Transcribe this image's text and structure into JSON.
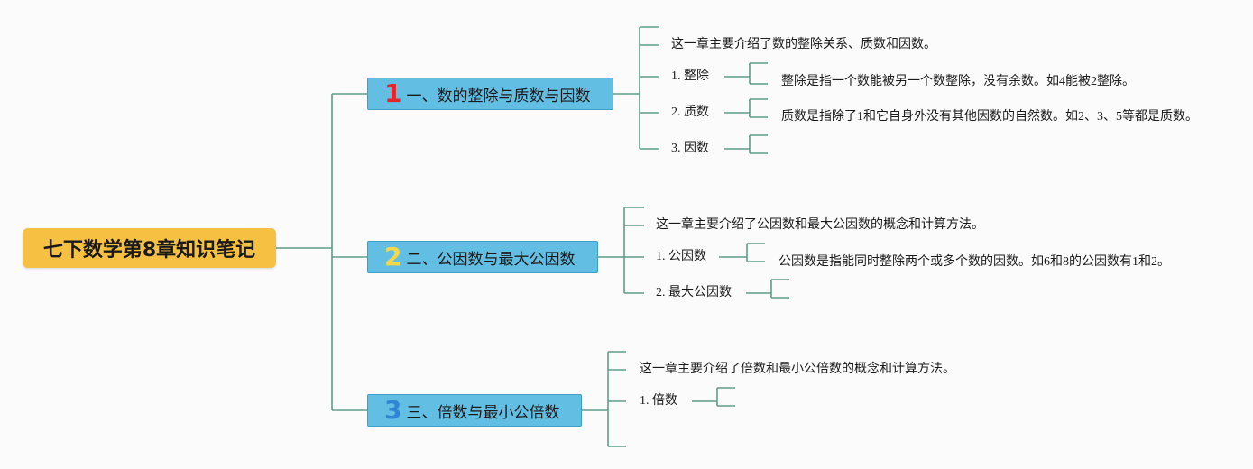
{
  "root": {
    "title": "七下数学第8章知识笔记"
  },
  "branches": [
    {
      "number": "1",
      "number_color": "#e3262e",
      "label": "一、数的整除与质数与因数",
      "intro": "这一章主要介绍了数的整除关系、质数和因数。",
      "items": [
        {
          "label": "1. 整除",
          "desc": "整除是指一个数能被另一个数整除，没有余数。如4能被2整除。"
        },
        {
          "label": "2. 质数",
          "desc": "质数是指除了1和它自身外没有其他因数的自然数。如2、3、5等都是质数。"
        },
        {
          "label": "3. 因数",
          "desc": ""
        }
      ]
    },
    {
      "number": "2",
      "number_color": "#f4d84a",
      "label": "二、公因数与最大公因数",
      "intro": "这一章主要介绍了公因数和最大公因数的概念和计算方法。",
      "items": [
        {
          "label": "1. 公因数",
          "desc": "公因数是指能同时整除两个或多个数的因数。如6和8的公因数有1和2。"
        },
        {
          "label": "2. 最大公因数",
          "desc": ""
        }
      ]
    },
    {
      "number": "3",
      "number_color": "#2f86d6",
      "label": "三、倍数与最小公倍数",
      "intro": "这一章主要介绍了倍数和最小公倍数的概念和计算方法。",
      "items": [
        {
          "label": "1. 倍数",
          "desc": ""
        }
      ]
    }
  ]
}
